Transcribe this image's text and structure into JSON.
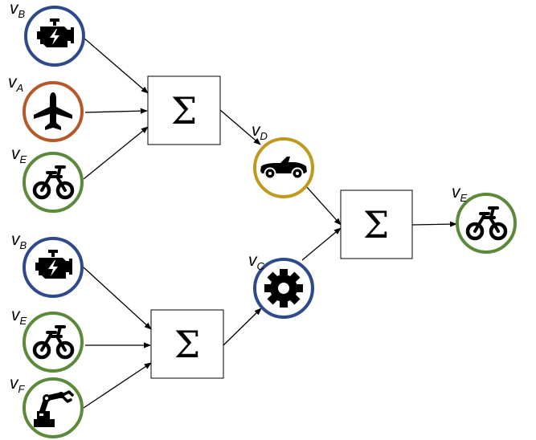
{
  "colors": {
    "blue": "#2E4A8B",
    "orange": "#B5582A",
    "green": "#5A8A3A",
    "gold": "#C09A1E"
  },
  "nodes": [
    {
      "id": "b1",
      "var": "v",
      "sub": "B",
      "icon": "engine-icon",
      "color": "blue"
    },
    {
      "id": "a1",
      "var": "v",
      "sub": "A",
      "icon": "airplane-icon",
      "color": "orange"
    },
    {
      "id": "e1",
      "var": "v",
      "sub": "E",
      "icon": "tricycle-icon",
      "color": "green"
    },
    {
      "id": "d",
      "var": "v",
      "sub": "D",
      "icon": "car-icon",
      "color": "gold"
    },
    {
      "id": "b2",
      "var": "v",
      "sub": "B",
      "icon": "engine-icon",
      "color": "blue"
    },
    {
      "id": "e2",
      "var": "v",
      "sub": "E",
      "icon": "tricycle-icon",
      "color": "green"
    },
    {
      "id": "f",
      "var": "v",
      "sub": "F",
      "icon": "robot-arm-icon",
      "color": "green"
    },
    {
      "id": "c",
      "var": "v",
      "sub": "C",
      "icon": "gear-icon",
      "color": "blue"
    },
    {
      "id": "eo",
      "var": "v",
      "sub": "E",
      "icon": "tricycle-icon",
      "color": "green"
    }
  ],
  "sum_nodes": [
    {
      "id": "s1",
      "symbol": "Σ"
    },
    {
      "id": "s2",
      "symbol": "Σ"
    },
    {
      "id": "s3",
      "symbol": "Σ"
    }
  ],
  "edges": [
    [
      "b1",
      "s1"
    ],
    [
      "a1",
      "s1"
    ],
    [
      "e1",
      "s1"
    ],
    [
      "s1",
      "d"
    ],
    [
      "b2",
      "s3"
    ],
    [
      "e2",
      "s3"
    ],
    [
      "f",
      "s3"
    ],
    [
      "s3",
      "c"
    ],
    [
      "d",
      "s2"
    ],
    [
      "c",
      "s2"
    ],
    [
      "s2",
      "eo"
    ]
  ]
}
